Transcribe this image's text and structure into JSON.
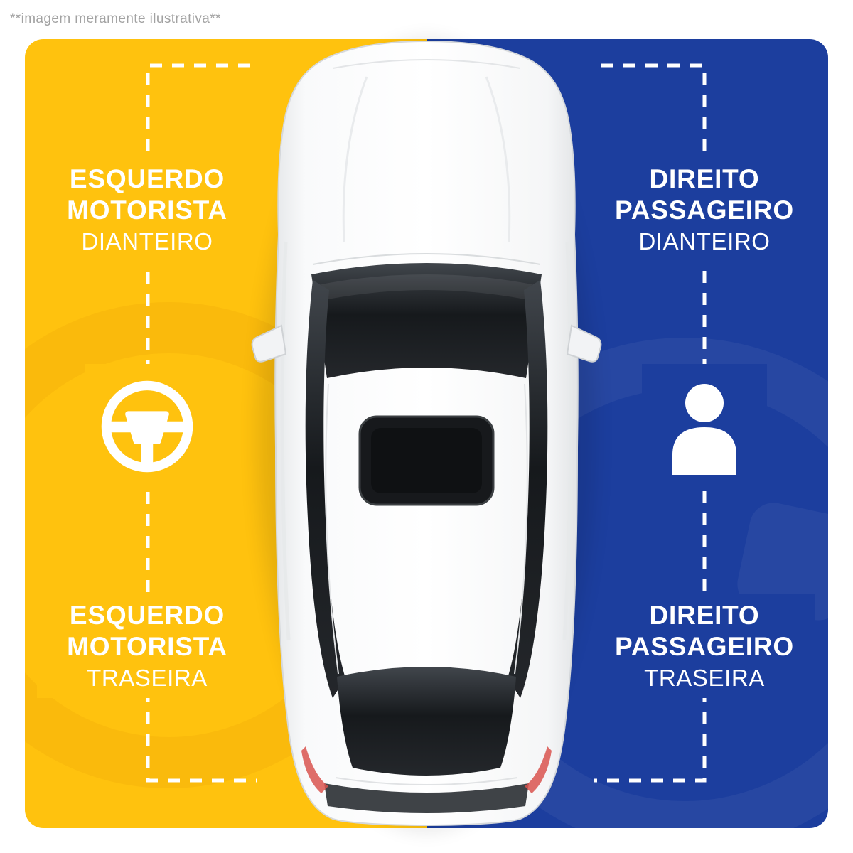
{
  "disclaimer": "**imagem meramente ilustrativa**",
  "colors": {
    "driver_side_bg": "#FFC20E",
    "passenger_side_bg": "#1C3E9E",
    "label_text": "#FFFFFF",
    "disclaimer_text": "#A2A2A2",
    "guide_dash": "#FFFFFF",
    "taillight_red": "#D9534F"
  },
  "panels": {
    "left": {
      "side": "driver",
      "icon": "steering-wheel-icon",
      "front_label": {
        "line1": "ESQUERDO",
        "line2": "MOTORISTA",
        "line3": "DIANTEIRO"
      },
      "rear_label": {
        "line1": "ESQUERDO",
        "line2": "MOTORISTA",
        "line3": "TRASEIRA"
      }
    },
    "right": {
      "side": "passenger",
      "icon": "passenger-icon",
      "front_label": {
        "line1": "DIREITO",
        "line2": "PASSAGEIRO",
        "line3": "DIANTEIRO"
      },
      "rear_label": {
        "line1": "DIREITO",
        "line2": "PASSAGEIRO",
        "line3": "TRASEIRA"
      }
    }
  }
}
